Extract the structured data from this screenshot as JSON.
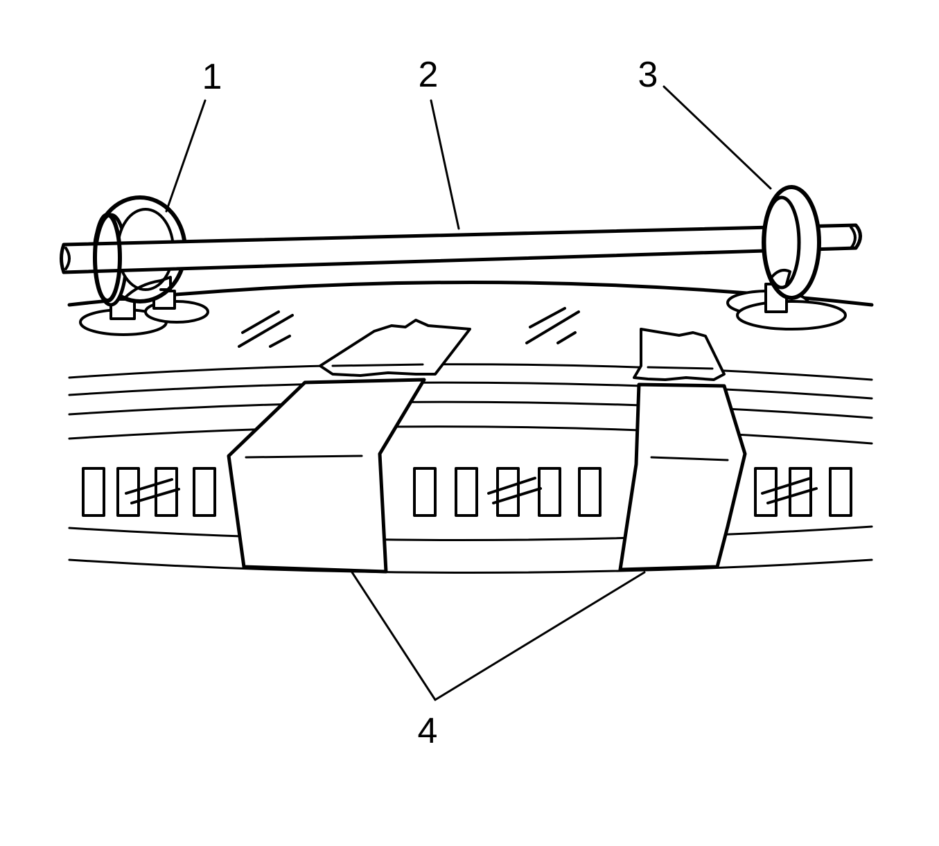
{
  "diagram": {
    "colors": {
      "line": "#000000",
      "background": "#ffffff"
    },
    "callouts": [
      {
        "id": "1",
        "label": "1"
      },
      {
        "id": "2",
        "label": "2"
      },
      {
        "id": "3",
        "label": "3"
      },
      {
        "id": "4",
        "label": "4"
      }
    ],
    "parts": [
      "left-suction-cup-holder",
      "support-rod",
      "right-suction-cup-holder",
      "masking-tape-strips",
      "windshield-glass",
      "body-panel"
    ]
  }
}
